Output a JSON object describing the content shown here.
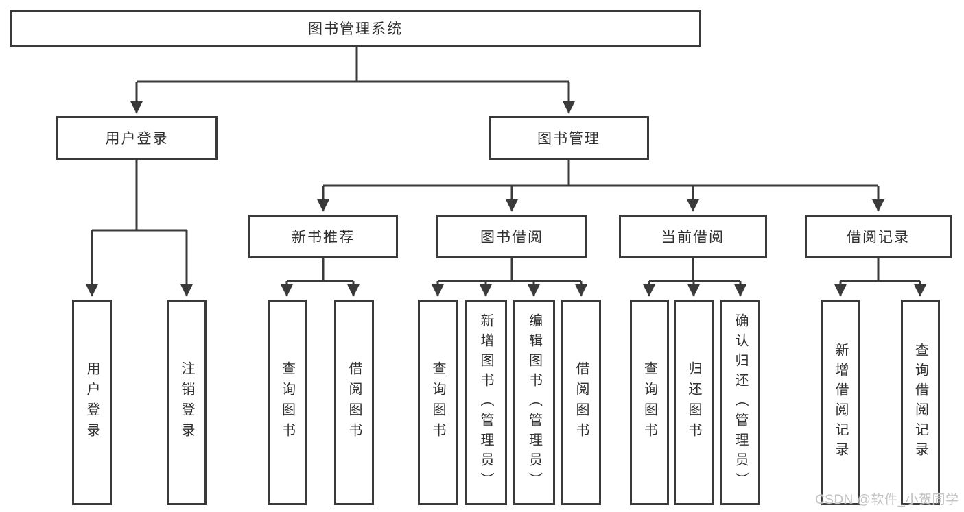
{
  "diagram": {
    "type": "hierarchy-tree",
    "title": "图书管理系统",
    "colors": {
      "line": "#3a3a3a",
      "box_border": "#3a3a3a",
      "box_fill": "#ffffff",
      "text": "#303030",
      "watermark": "#c3c3c3",
      "background": "#ffffff"
    },
    "nodes": {
      "root": {
        "label": "图书管理系统"
      },
      "level2": [
        {
          "label": "用户登录",
          "parent": "图书管理系统"
        },
        {
          "label": "图书管理",
          "parent": "图书管理系统"
        }
      ],
      "level3": [
        {
          "label": "新书推荐",
          "parent": "图书管理"
        },
        {
          "label": "图书借阅",
          "parent": "图书管理"
        },
        {
          "label": "当前借阅",
          "parent": "图书管理"
        },
        {
          "label": "借阅记录",
          "parent": "图书管理"
        }
      ],
      "leaves": [
        {
          "label": "用户登录",
          "parent": "用户登录"
        },
        {
          "label": "注销登录",
          "parent": "用户登录"
        },
        {
          "label": "查询图书",
          "parent": "新书推荐"
        },
        {
          "label": "借阅图书",
          "parent": "新书推荐"
        },
        {
          "label": "查询图书",
          "parent": "图书借阅"
        },
        {
          "label": "新增图书（管理员）",
          "parent": "图书借阅"
        },
        {
          "label": "编辑图书（管理员）",
          "parent": "图书借阅"
        },
        {
          "label": "借阅图书",
          "parent": "图书借阅"
        },
        {
          "label": "查询图书",
          "parent": "当前借阅"
        },
        {
          "label": "归还图书",
          "parent": "当前借阅"
        },
        {
          "label": "确认归还（管理员）",
          "parent": "当前借阅"
        },
        {
          "label": "新增借阅记录",
          "parent": "借阅记录"
        },
        {
          "label": "查询借阅记录",
          "parent": "借阅记录"
        }
      ]
    }
  },
  "watermark": {
    "text": "CSDN @软件_小贺同学"
  }
}
